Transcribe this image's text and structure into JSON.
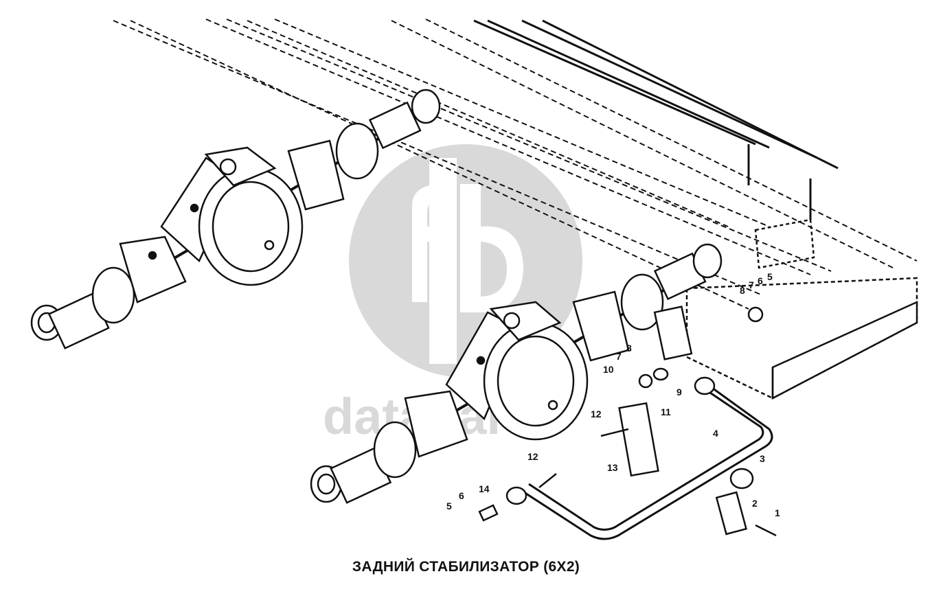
{
  "caption": "ЗАДНИЙ СТАБИЛИЗАТОР (6X2)",
  "watermark": {
    "text": "dataparts",
    "color": "#d9d9d9"
  },
  "callouts": {
    "n1": "1",
    "n2": "2",
    "n3": "3",
    "n4": "4",
    "n5a": "5",
    "n6a": "6",
    "n7a": "7",
    "n8a": "8",
    "n5b": "5",
    "n6b": "6",
    "n7b": "7",
    "n8b": "8",
    "n9": "9",
    "n10": "10",
    "n11": "11",
    "n12a": "12",
    "n12b": "12",
    "n13": "13",
    "n14": "14"
  },
  "colors": {
    "ink": "#111111",
    "watermark": "#d9d9d9"
  }
}
